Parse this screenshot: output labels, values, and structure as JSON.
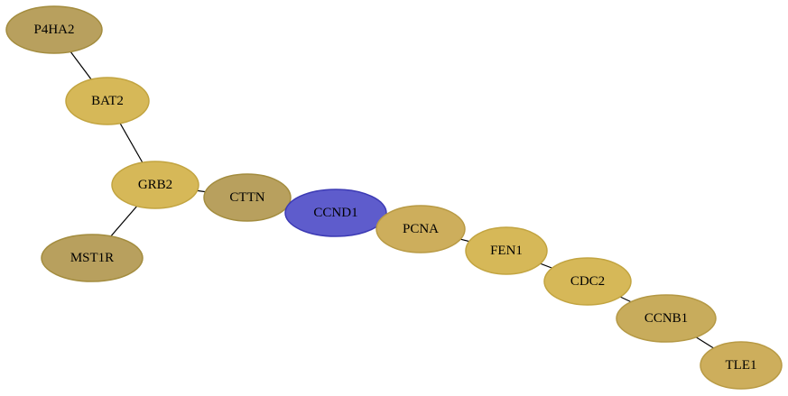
{
  "graph": {
    "nodes": [
      {
        "id": "P4HA2",
        "label": "P4HA2",
        "fill": "#b8a05e",
        "stroke": "#a38c3e"
      },
      {
        "id": "BAT2",
        "label": "BAT2",
        "fill": "#d6b858",
        "stroke": "#c2a440"
      },
      {
        "id": "GRB2",
        "label": "GRB2",
        "fill": "#d6b858",
        "stroke": "#c2a440"
      },
      {
        "id": "MST1R",
        "label": "MST1R",
        "fill": "#b8a05e",
        "stroke": "#a38c3e"
      },
      {
        "id": "CTTN",
        "label": "CTTN",
        "fill": "#b8a05e",
        "stroke": "#a38c3e"
      },
      {
        "id": "CCND1",
        "label": "CCND1",
        "fill": "#5e5ccc",
        "stroke": "#3c3ab4"
      },
      {
        "id": "PCNA",
        "label": "PCNA",
        "fill": "#cdae5c",
        "stroke": "#b89a44"
      },
      {
        "id": "FEN1",
        "label": "FEN1",
        "fill": "#d6b858",
        "stroke": "#c2a440"
      },
      {
        "id": "CDC2",
        "label": "CDC2",
        "fill": "#d6b858",
        "stroke": "#c2a440"
      },
      {
        "id": "CCNB1",
        "label": "CCNB1",
        "fill": "#c8ac5c",
        "stroke": "#b49844"
      },
      {
        "id": "TLE1",
        "label": "TLE1",
        "fill": "#cdae5c",
        "stroke": "#b89a44"
      }
    ],
    "edges": [
      [
        "P4HA2",
        "BAT2"
      ],
      [
        "BAT2",
        "GRB2"
      ],
      [
        "GRB2",
        "MST1R"
      ],
      [
        "GRB2",
        "CTTN"
      ],
      [
        "CTTN",
        "CCND1"
      ],
      [
        "CCND1",
        "PCNA"
      ],
      [
        "PCNA",
        "FEN1"
      ],
      [
        "FEN1",
        "CDC2"
      ],
      [
        "CDC2",
        "CCNB1"
      ],
      [
        "CCNB1",
        "TLE1"
      ]
    ]
  }
}
